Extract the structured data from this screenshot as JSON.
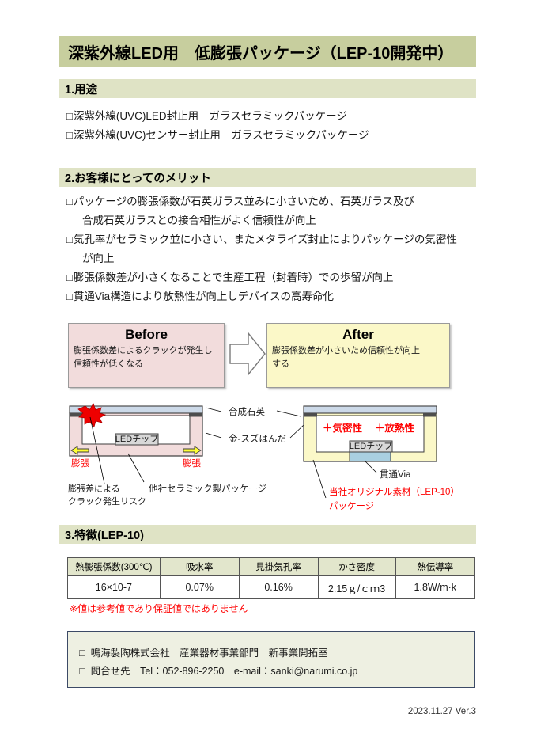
{
  "document": {
    "title": "深紫外線LED用　低膨張パッケージ（LEP-10開発中）",
    "footer_version": "2023.11.27 Ver.3"
  },
  "colors": {
    "title_bar": "#c7ce9e",
    "section_bar": "#dfe3c5",
    "before_fill": "#f2dcdc",
    "after_fill": "#fbf8c8",
    "table_header": "#e2e6cc",
    "contact_fill": "#eef0e2",
    "accent_red": "#ff0000",
    "quartz_glass": "#ccd9e8",
    "solder_dark": "#4d4d4d",
    "led_chip": "#d8d8d8",
    "via_blue": "#a9cfe0",
    "arrow_yellow": "#ffff33"
  },
  "sections": [
    {
      "id": "sect1",
      "heading": "1.用途",
      "items": [
        {
          "box": "□",
          "text": "深紫外線(UVC)LED封止用　ガラスセラミックパッケージ"
        },
        {
          "box": "□",
          "text": "深紫外線(UVC)センサー封止用　ガラスセラミックパッケージ"
        }
      ]
    },
    {
      "id": "sect2",
      "heading": "2.お客様にとってのメリット",
      "items": [
        {
          "box": "□",
          "text": "パッケージの膨張係数が石英ガラス並みに小さいため、石英ガラス及び",
          "cont": "合成石英ガラスとの接合相性がよく信頼性が向上"
        },
        {
          "box": "□",
          "text": "気孔率がセラミック並に小さい、またメタライズ封止によりパッケージの気密性",
          "cont": "が向上"
        },
        {
          "box": "□",
          "text": "膨張係数差が小さくなることで生産工程（封着時）での歩留が向上",
          "cont": ""
        },
        {
          "box": "□",
          "text": "貫通Via構造により放熱性が向上しデバイスの高寿命化",
          "cont": ""
        }
      ]
    },
    {
      "id": "sect3",
      "heading": "3.特徴(LEP-10)"
    }
  ],
  "comparison": {
    "before": {
      "title": "Before",
      "line1": "膨張係数差によるクラックが発生し",
      "line2": "信頼性が低くなる"
    },
    "after": {
      "title": "After",
      "line1": "膨張係数差が小さいため信頼性が向上",
      "line2": "する"
    }
  },
  "diagram": {
    "left": {
      "chip_label": "LEDチップ",
      "expand_left": "膨張",
      "expand_right": "膨張",
      "callout_crack_line1": "膨張差による",
      "callout_crack_line2": "クラック発生リスク",
      "callout_package": "他社セラミック製パッケージ"
    },
    "shared": {
      "quartz_label": "合成石英",
      "solder_label": "金-スズはんだ"
    },
    "right": {
      "chip_label": "LEDチップ",
      "tag_hermetic": "＋気密性",
      "tag_thermal": "＋放熱性",
      "callout_via": "貫通Via",
      "callout_material_line1": "当社オリジナル素材（LEP-10）",
      "callout_material_line2": "パッケージ"
    }
  },
  "spec_table": {
    "headers": [
      "熱膨張係数(300℃)",
      "吸水率",
      "見掛気孔率",
      "かさ密度",
      "熱伝導率"
    ],
    "row": [
      "16×10-7",
      "0.07%",
      "0.16%",
      "2.15ｇ/ｃｍ3",
      "1.8W/m·k"
    ],
    "note": "※値は参考値であり保証値ではありません"
  },
  "contact": {
    "lines": [
      {
        "box": "□",
        "text": "鳴海製陶株式会社　産業器材事業部門　新事業開拓室"
      },
      {
        "box": "□",
        "text": "問合せ先　Tel：052-896-2250　e-mail：sanki@narumi.co.jp"
      }
    ]
  }
}
